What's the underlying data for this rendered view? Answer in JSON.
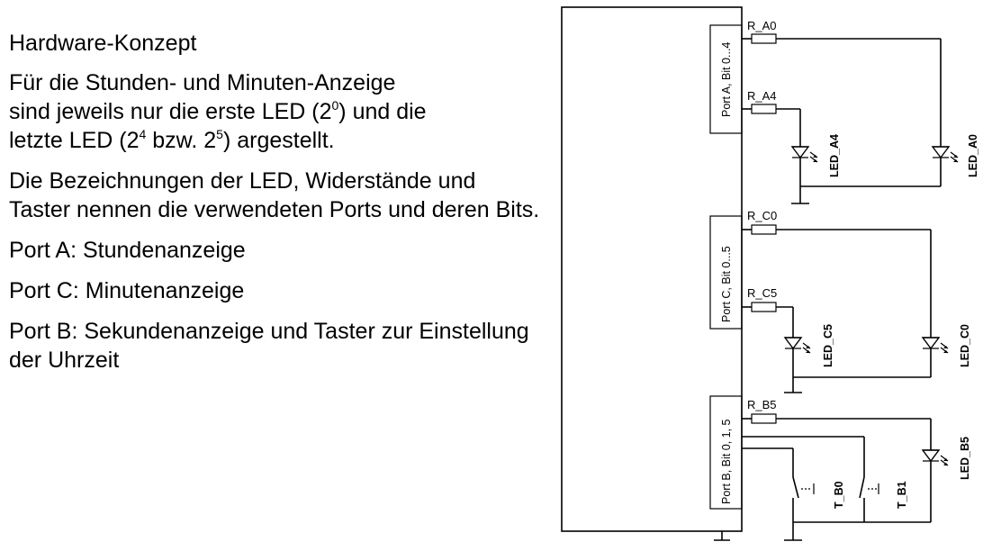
{
  "text": {
    "heading": "Hardware-Konzept",
    "p1_a": "Für die Stunden- und Minuten-Anzeige",
    "p1_b": "sind jeweils nur die erste LED (2",
    "p1_sup1": "0",
    "p1_c": ") und die",
    "p1_d": "letzte LED (2",
    "p1_sup2": "4",
    "p1_e": " bzw. 2",
    "p1_sup3": "5",
    "p1_f": ") argestellt.",
    "p2": "Die Bezeichnungen der LED, Widerstände und Taster nennen die verwendeten Ports und deren Bits.",
    "p3": "Port A: Stundenanzeige",
    "p4": "Port C: Minutenanzeige",
    "p5": "Port B: Sekundenanzeige und Taster zur Einstellung der Uhrzeit"
  },
  "schematic": {
    "ports": {
      "a": "Port A, Bit 0...4",
      "c": "Port C, Bit 0...5",
      "b": "Port B, Bit 0, 1, 5"
    },
    "resistors": {
      "a0": "R_A0",
      "a4": "R_A4",
      "c0": "R_C0",
      "c5": "R_C5",
      "b5": "R_B5"
    },
    "leds": {
      "a4": "LED_A4",
      "a0": "LED_A0",
      "c5": "LED_C5",
      "c0": "LED_C0",
      "b5": "LED_B5"
    },
    "switches": {
      "b0": "T_B0",
      "b1": "T_B1"
    }
  }
}
